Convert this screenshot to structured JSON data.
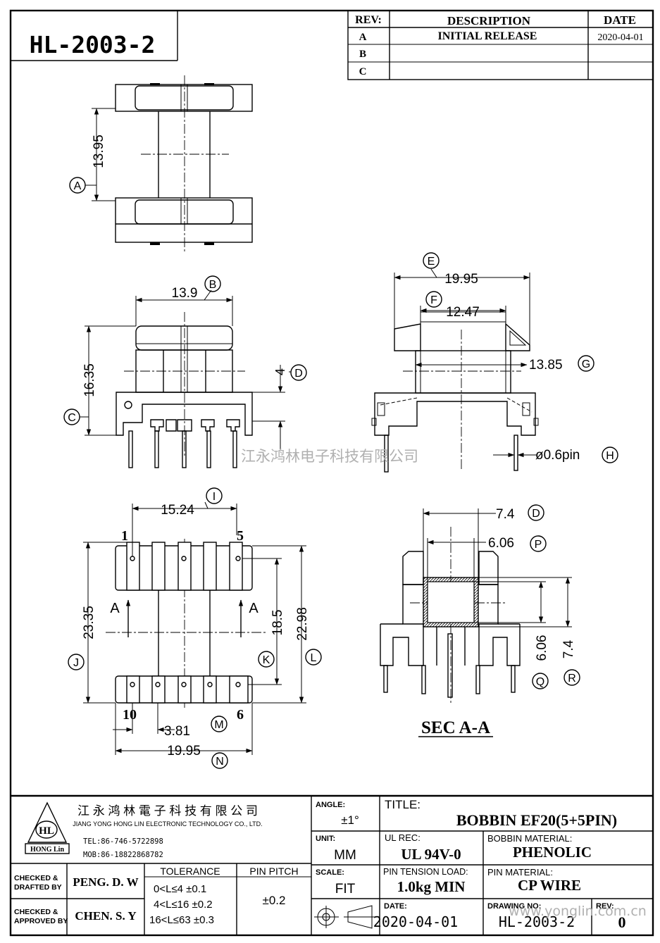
{
  "drawing_number": "HL-2003-2",
  "revision_table": {
    "headers": [
      "REV:",
      "DESCRIPTION",
      "DATE"
    ],
    "rows": [
      {
        "rev": "A",
        "description": "INITIAL  RELEASE",
        "date": "2020-04-01"
      },
      {
        "rev": "B",
        "description": "",
        "date": ""
      },
      {
        "rev": "C",
        "description": "",
        "date": ""
      }
    ]
  },
  "dimensions": {
    "A": "13.95",
    "B": "13.9",
    "C": "16.35",
    "D": "4",
    "E": "19.95",
    "F": "12.47",
    "G": "13.85",
    "H": "ø0.6pin",
    "I": "15.24",
    "J": "23.35",
    "K": "18.5",
    "L": "22.98",
    "M": "3.81",
    "N": "19.95",
    "D2": "7.4",
    "P": "6.06",
    "Q": "6.06",
    "R": "7.4"
  },
  "dimension_tags": {
    "A": "A",
    "B": "B",
    "C": "C",
    "D": "D",
    "E": "E",
    "F": "F",
    "G": "G",
    "H": "H",
    "I": "I",
    "J": "J",
    "K": "K",
    "L": "L",
    "M": "M",
    "N": "N",
    "D2": "D",
    "P": "P",
    "Q": "Q",
    "R": "R"
  },
  "pin_labels": {
    "pin1": "1",
    "pin5": "5",
    "pin10": "10",
    "pin6": "6"
  },
  "section_marks": {
    "left": "A",
    "right": "A"
  },
  "section_title": "SEC A-A",
  "watermark_center": "江永鸿林电子科技有限公司",
  "watermark_bottom": "www.yonglin.com.cn",
  "company": {
    "name_cn": "江 永 鸿 林 電 子 科 技 有 限 公 司",
    "name_en": "JIANG YONG HONG LIN ELECTRONIC TECHNOLOGY CO., LTD.",
    "tel": "TEL:86-746-5722898",
    "mob": "MOB:86-18822868782",
    "logo_text": "HL",
    "logo_sub": "HONG Lin"
  },
  "title_block": {
    "angle_label": "ANGLE:",
    "angle_value": "±1°",
    "title_label": "TITLE:",
    "title_value": "BOBBIN   EF20(5+5PIN)",
    "unit_label": "UNIT:",
    "unit_value": "MM",
    "ul_label": "UL REC:",
    "ul_value": "UL 94V-0",
    "bobbin_mat_label": "BOBBIN MATERIAL:",
    "bobbin_mat_value": "PHENOLIC",
    "scale_label": "SCALE:",
    "scale_value": "FIT",
    "pin_tension_label": "PIN TENSION LOAD:",
    "pin_tension_value": "1.0kg MIN",
    "pin_mat_label": "PIN MATERIAL:",
    "pin_mat_value": "CP WIRE",
    "date_label": "DATE:",
    "date_value": "2020-04-01",
    "drawing_no_label": "DRAWING NO:",
    "drawing_no_value": "HL-2003-2",
    "rev_label": "REV:",
    "rev_value": "0",
    "checked_drafted_label_1": "CHECKED &",
    "checked_drafted_label_2": "DRAFTED BY",
    "checked_drafted_value": "PENG. D. W",
    "checked_approved_label_1": "CHECKED &",
    "checked_approved_label_2": "APPROVED BY",
    "checked_approved_value": "CHEN. S. Y",
    "tolerance_label": "TOLERANCE",
    "tolerance_rows": [
      "0<L≤4   ±0.1",
      "4<L≤16  ±0.2",
      "16<L≤63 ±0.3"
    ],
    "pin_pitch_label": "PIN PITCH",
    "pin_pitch_value": "±0.2"
  }
}
